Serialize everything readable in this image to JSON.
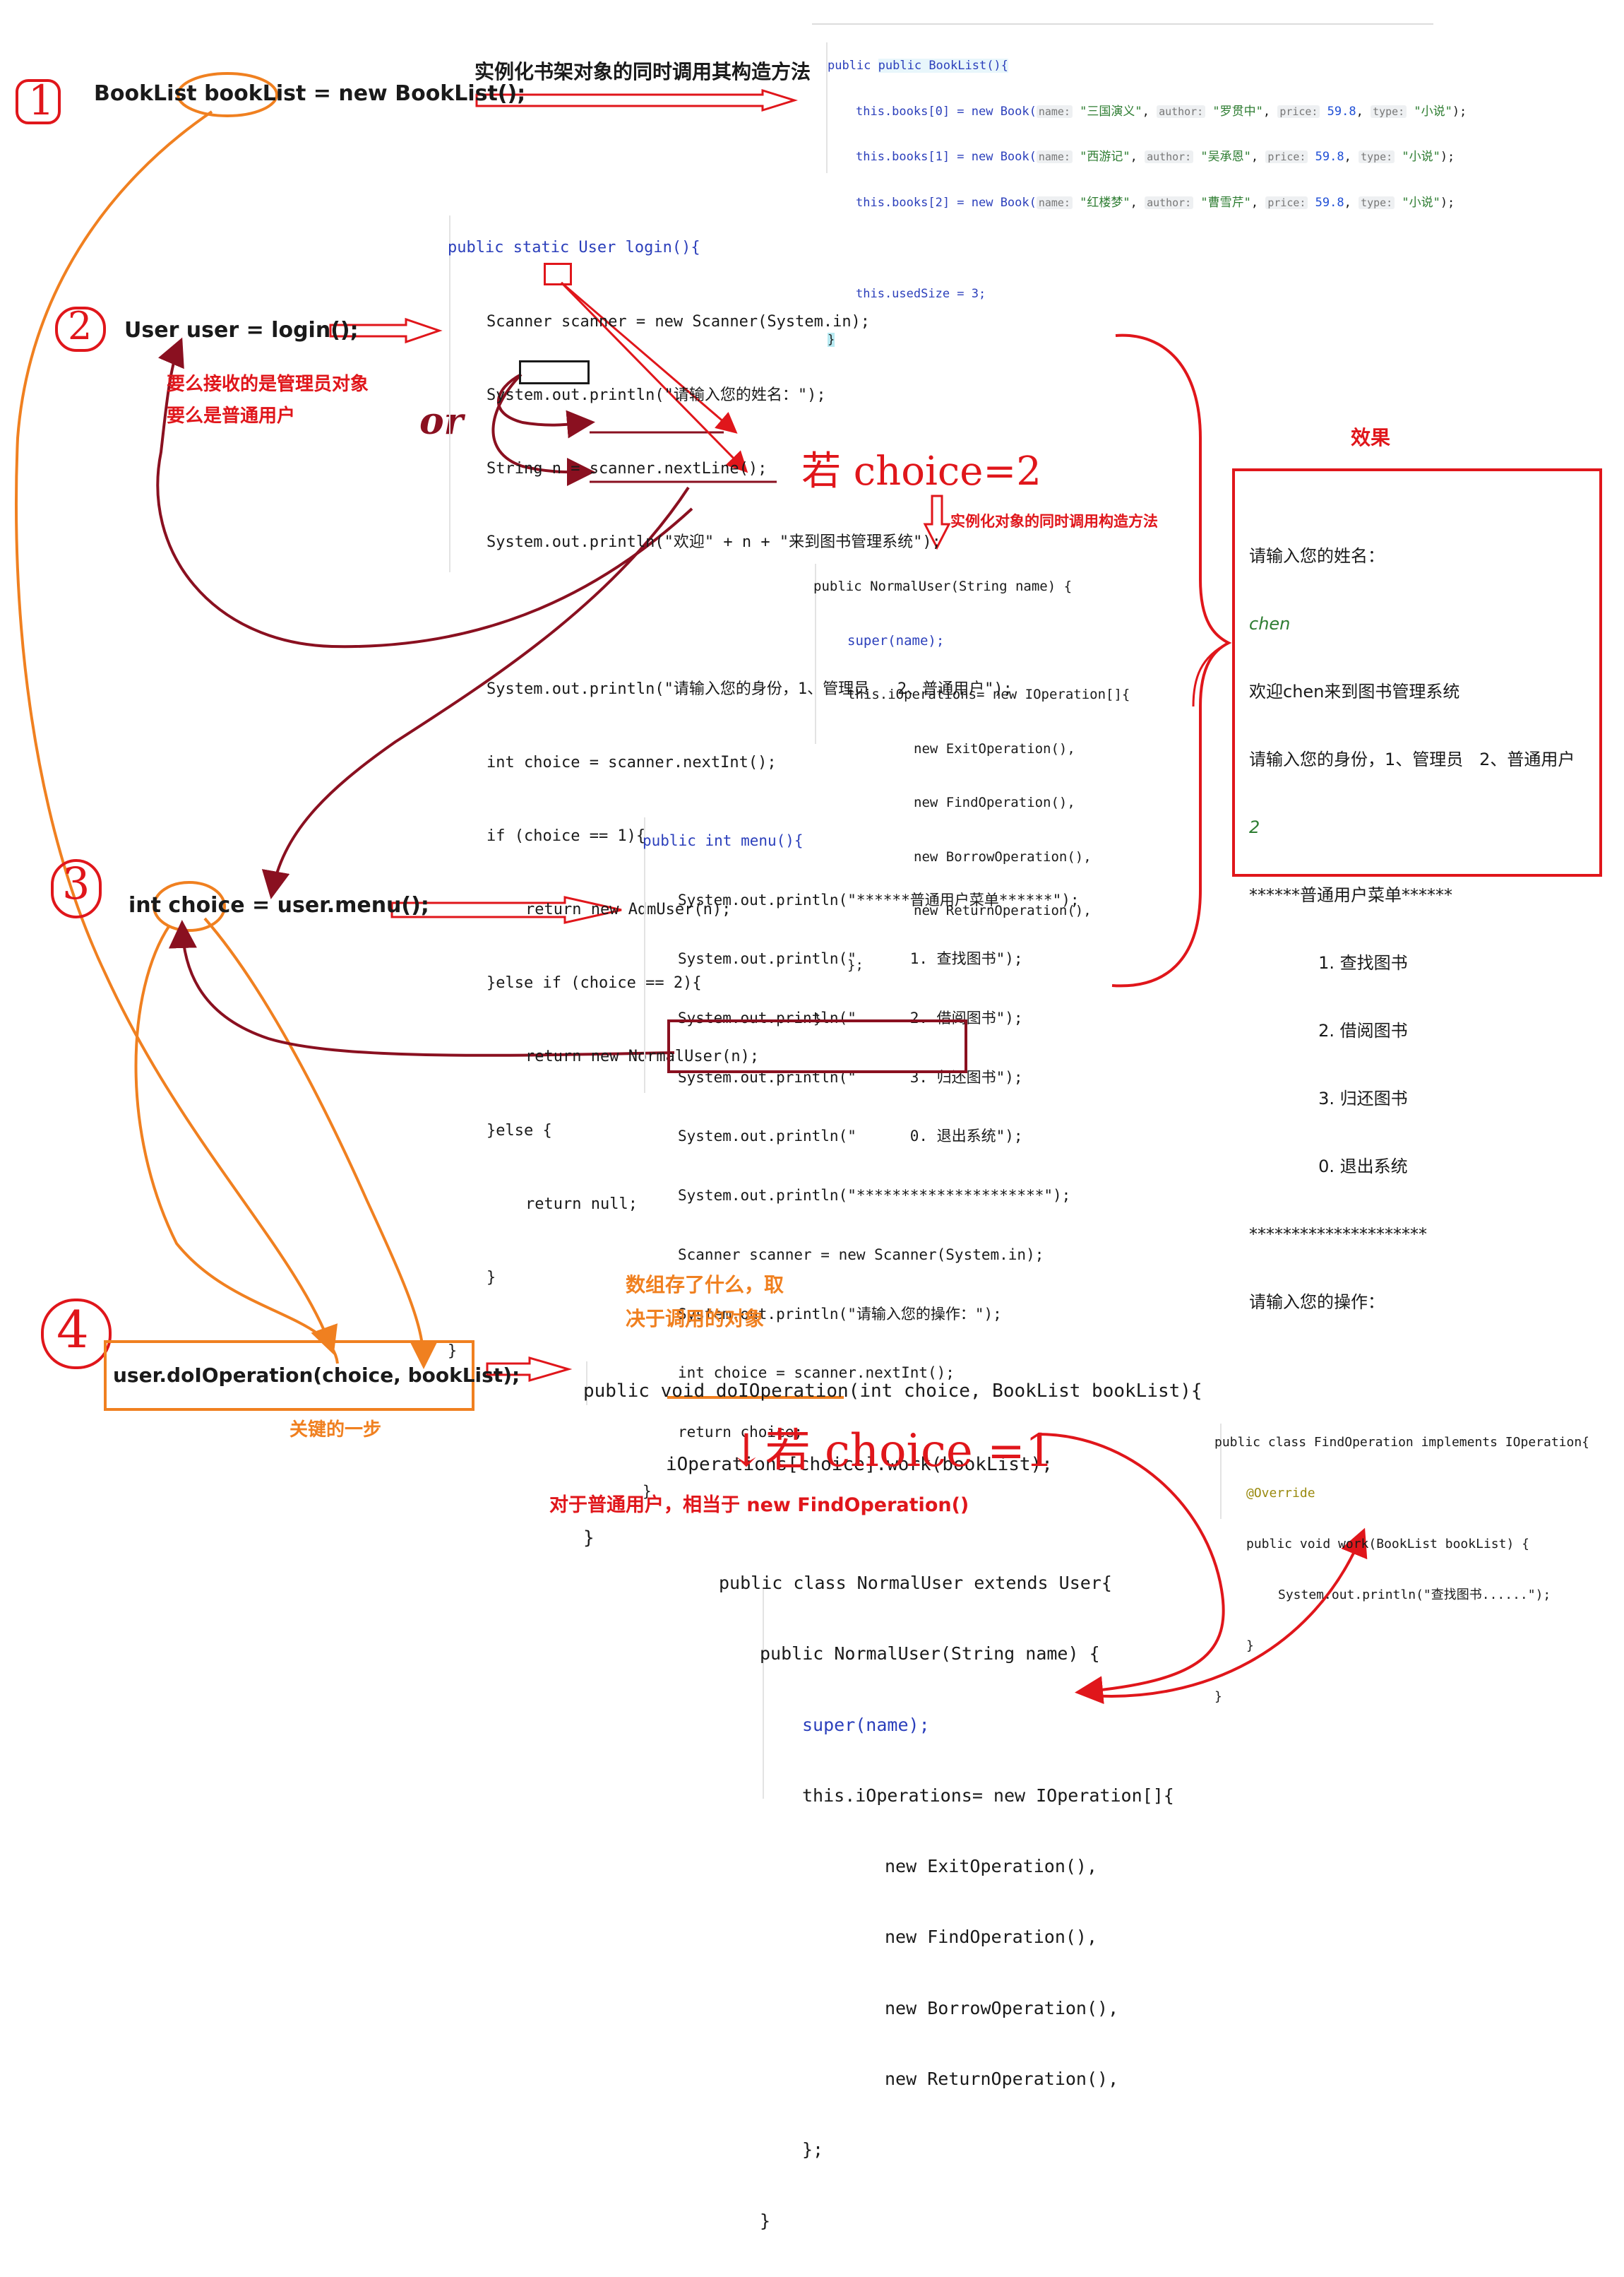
{
  "colors": {
    "red": "#e0161b",
    "orange": "#f08020",
    "dark_red": "#8a1020",
    "keyword": "#2b3fbb",
    "string": "#2e7d32",
    "field": "#8a2be2"
  },
  "step1": {
    "marker": "1",
    "stmt": "BookList bookList = new BookList();",
    "note": "实例化书架对象的同时调用其构造方法",
    "code": [
      "public BookList(){",
      "this.books[0] = new Book(",
      "this.books[1] = new Book(",
      "this.books[2] = new Book(",
      "this.usedSize = 3;",
      "}"
    ],
    "hint_name": "name:",
    "hint_author": "author:",
    "hint_price": "price:",
    "hint_type": "type:",
    "books": [
      {
        "name": "\"三国演义\"",
        "author": "\"罗贯中\"",
        "price": "59.8",
        "type": "\"小说\""
      },
      {
        "name": "\"西游记\"",
        "author": "\"吴承恩\"",
        "price": "59.8",
        "type": "\"小说\""
      },
      {
        "name": "\"红楼梦\"",
        "author": "\"曹雪芹\"",
        "price": "59.8",
        "type": "\"小说\""
      }
    ]
  },
  "step2": {
    "marker": "2",
    "stmt": "User user = login();",
    "note1": "要么接收的是管理员对象",
    "note2": "要么是普通用户",
    "or_label": "or",
    "login_code": [
      "public static User login(){",
      "Scanner scanner = new Scanner(System.in);",
      "System.out.println(\"请输入您的姓名：\");",
      "String n = scanner.nextLine();",
      "System.out.println(\"欢迎\" + n + \"来到图书管理系统\");",
      "System.out.println(\"请输入您的身份，1、管理员   2、普通用户\");",
      "int choice = scanner.nextInt();",
      "if (choice == 1){",
      "return new AdmUser(n);",
      "}else if (choice == 2){",
      "return new NormalUser(n);",
      "}else {",
      "return null;",
      "}",
      "}"
    ],
    "if_choice2": "若 choice=2",
    "instantiate_note": "实例化对象的同时调用构造方法",
    "normal_ctor_code": [
      "public NormalUser(String name) {",
      "super(name);",
      "this.iOperations= new IOperation[]{",
      "new ExitOperation(),",
      "new FindOperation(),",
      "new BorrowOperation(),",
      "new ReturnOperation(),",
      "};",
      "}"
    ]
  },
  "effect": {
    "title": "效果",
    "lines": [
      "请输入您的姓名：",
      "chen",
      "欢迎chen来到图书管理系统",
      "请输入您的身份，1、管理员   2、普通用户",
      "2",
      "******普通用户菜单******",
      "     1. 查找图书",
      "     2. 借阅图书",
      "     3. 归还图书",
      "     0. 退出系统",
      "*********************",
      "请输入您的操作："
    ]
  },
  "step3": {
    "marker": "3",
    "stmt": "int choice = user.menu();",
    "menu_code": [
      "public int menu(){",
      "System.out.println(\"******普通用户菜单******\");",
      "System.out.println(\"      1. 查找图书\");",
      "System.out.println(\"      2. 借阅图书\");",
      "System.out.println(\"      3. 归还图书\");",
      "System.out.println(\"      0. 退出系统\");",
      "System.out.println(\"*********************\");",
      "Scanner scanner = new Scanner(System.in);",
      "System.out.println(\"请输入您的操作：\");",
      "int choice = scanner.nextInt();",
      "return choice;",
      "}"
    ]
  },
  "step4": {
    "marker": "4",
    "stmt": "user.doIOperation(choice, bookList);",
    "key_note": "关键的一步",
    "array_note1": "数组存了什么，取",
    "array_note2": "决于调用的对象",
    "do_code": [
      "public void doIOperation(int choice, BookList bookList){",
      "iOperations[choice].work(bookList);",
      "}"
    ],
    "if_choice1": "↓若 choice =1",
    "normal_note": "对于普通用户，相当于 new FindOperation()",
    "normal_class_code": [
      "public class NormalUser extends User{",
      "public NormalUser(String name) {",
      "super(name);",
      "this.iOperations= new IOperation[]{",
      "new ExitOperation(),",
      "new FindOperation(),",
      "new BorrowOperation(),",
      "new ReturnOperation(),",
      "};",
      "}"
    ],
    "find_code": [
      "public class FindOperation implements IOperation{",
      "@Override",
      "public void work(BookList bookList) {",
      "System.out.println(\"查找图书......\");",
      "}",
      "}"
    ]
  }
}
